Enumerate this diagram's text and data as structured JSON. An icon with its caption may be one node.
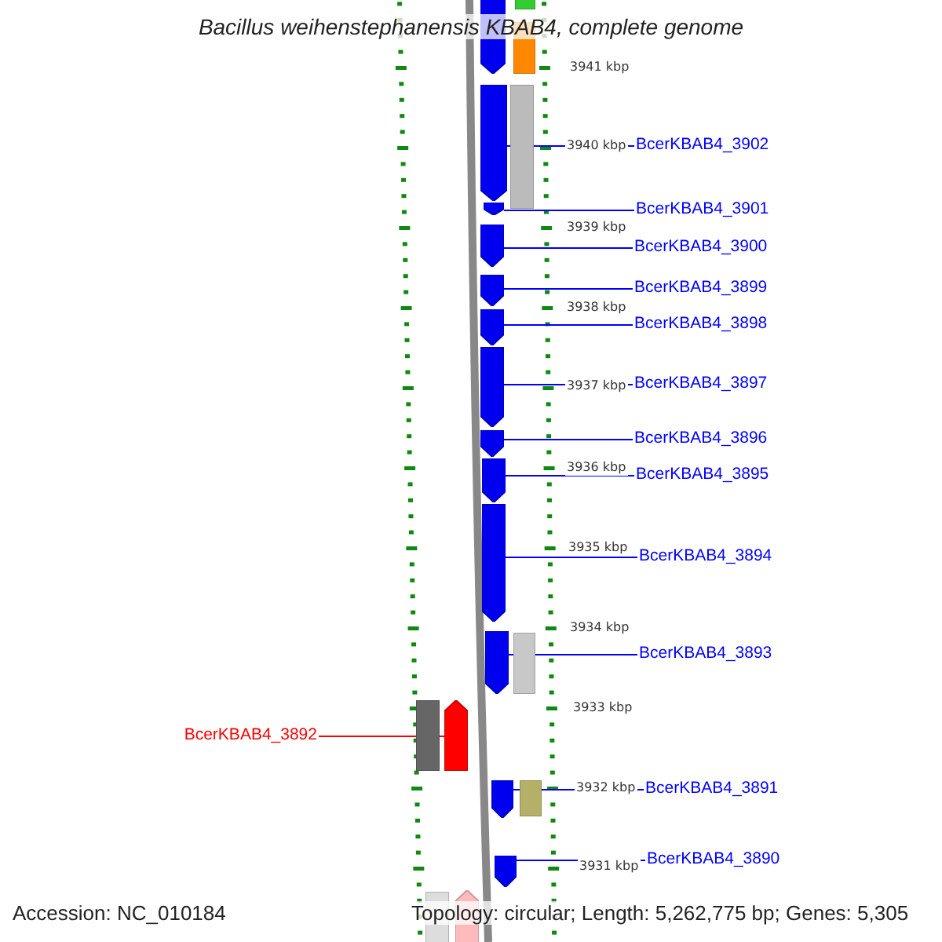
{
  "diagram": {
    "title": "Bacillus weihenstephanensis KBAB4, complete genome",
    "nodes": [
      {
        "text": [
          "BcerKBAB4_3902"
        ]
      },
      {
        "text": [
          "BcerKBAB4_3901"
        ]
      },
      {
        "text": [
          "BcerKBAB4_3900"
        ]
      },
      {
        "text": [
          "BcerKBAB4_3899"
        ]
      },
      {
        "text": [
          "BcerKBAB4_3898"
        ]
      },
      {
        "text": [
          "BcerKBAB4_3897"
        ]
      },
      {
        "text": [
          "BcerKBAB4_3896"
        ]
      },
      {
        "text": [
          "BcerKBAB4_3895"
        ]
      },
      {
        "text": [
          "BcerKBAB4_3894"
        ]
      },
      {
        "text": [
          "BcerKBAB4_3893"
        ]
      },
      {
        "text": [
          "BcerKBAB4_3892"
        ]
      },
      {
        "text": [
          "BcerKBAB4_3891"
        ]
      },
      {
        "text": [
          "BcerKBAB4_3890"
        ]
      },
      {
        "text": [],
        "shape": "arrow"
      },
      {
        "text": [],
        "shape": "box"
      },
      {
        "text": [],
        "shape": "box"
      },
      {
        "text": [],
        "shape": "arrow"
      },
      {
        "text": [],
        "shape": "box"
      },
      {
        "text": [],
        "shape": "arrow"
      },
      {
        "text": [],
        "shape": "arrow"
      },
      {
        "text": [],
        "shape": "arrow"
      },
      {
        "text": [],
        "shape": "arrow"
      },
      {
        "text": [],
        "shape": "arrow"
      },
      {
        "text": [],
        "shape": "arrow"
      },
      {
        "text": [],
        "shape": "arrow"
      },
      {
        "text": [],
        "shape": "arrow"
      },
      {
        "text": [],
        "shape": "arrow"
      },
      {
        "text": [],
        "shape": "box"
      },
      {
        "text": [],
        "shape": "box"
      },
      {
        "text": [],
        "shape": "arrow"
      },
      {
        "text": [],
        "shape": "arrow"
      },
      {
        "text": [],
        "shape": "box"
      },
      {
        "text": [],
        "shape": "arrow"
      },
      {
        "text": [],
        "shape": "box"
      },
      {
        "text": [],
        "shape": "arrow"
      }
    ],
    "edges": [
      {
        "from": 0,
        "to": 16,
        "arrow": "none"
      },
      {
        "from": 1,
        "to": 18,
        "arrow": "none"
      },
      {
        "from": 2,
        "to": 19,
        "arrow": "none"
      },
      {
        "from": 3,
        "to": 20,
        "arrow": "none"
      },
      {
        "from": 4,
        "to": 21,
        "arrow": "none"
      },
      {
        "from": 5,
        "to": 22,
        "arrow": "none"
      },
      {
        "from": 6,
        "to": 23,
        "arrow": "none"
      },
      {
        "from": 7,
        "to": 24,
        "arrow": "none"
      },
      {
        "from": 8,
        "to": 25,
        "arrow": "none"
      },
      {
        "from": 9,
        "to": 26,
        "arrow": "none"
      },
      {
        "from": 10,
        "to": 29,
        "arrow": "none",
        "color": "#ff0000"
      },
      {
        "from": 11,
        "to": 30,
        "arrow": "none"
      },
      {
        "from": 12,
        "to": 32,
        "arrow": "none"
      }
    ],
    "labels": [
      "3941 kbp",
      "3940 kbp",
      "3939 kbp",
      "3938 kbp",
      "3937 kbp",
      "3936 kbp",
      "3935 kbp",
      "3934 kbp",
      "3933 kbp",
      "3932 kbp",
      "3931 kbp",
      "Accession: NC_010184",
      "Topology: circular; Length: 5,262,775 bp; Genes: 5,305"
    ]
  }
}
